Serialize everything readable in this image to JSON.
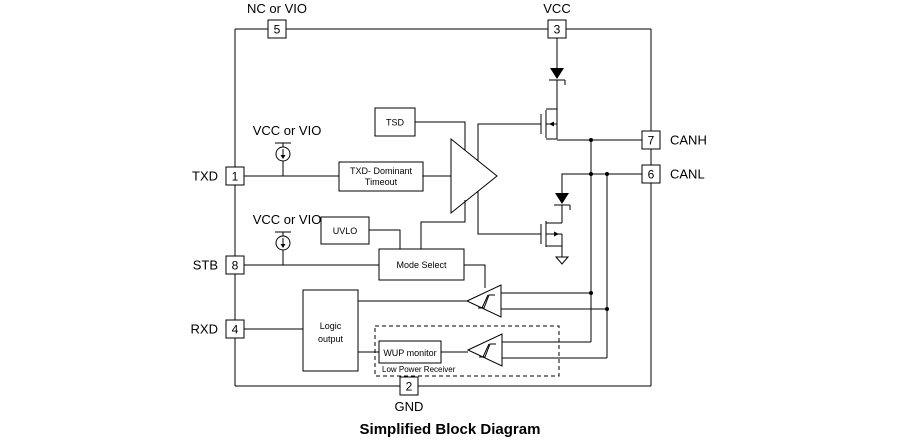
{
  "caption": "Simplified Block Diagram",
  "pins": {
    "p5": {
      "num": "5",
      "name": "NC or VIO"
    },
    "p3": {
      "num": "3",
      "name": "VCC"
    },
    "p7": {
      "num": "7",
      "name": "CANH"
    },
    "p6": {
      "num": "6",
      "name": "CANL"
    },
    "p1": {
      "num": "1",
      "name": "TXD"
    },
    "p8": {
      "num": "8",
      "name": "STB"
    },
    "p4": {
      "num": "4",
      "name": "RXD"
    },
    "p2": {
      "num": "2",
      "name": "GND"
    }
  },
  "supply_labels": {
    "txd_pullup": "VCC or VIO",
    "stb_pullup": "VCC or VIO"
  },
  "blocks": {
    "tsd": "TSD",
    "txd_timeout_line1": "TXD- Dominant",
    "txd_timeout_line2": "Timeout",
    "uvlo": "UVLO",
    "mode_select": "Mode Select",
    "logic_line1": "Logic",
    "logic_line2": "output",
    "wup_monitor": "WUP monitor",
    "low_power_receiver": "Low Power Receiver"
  }
}
